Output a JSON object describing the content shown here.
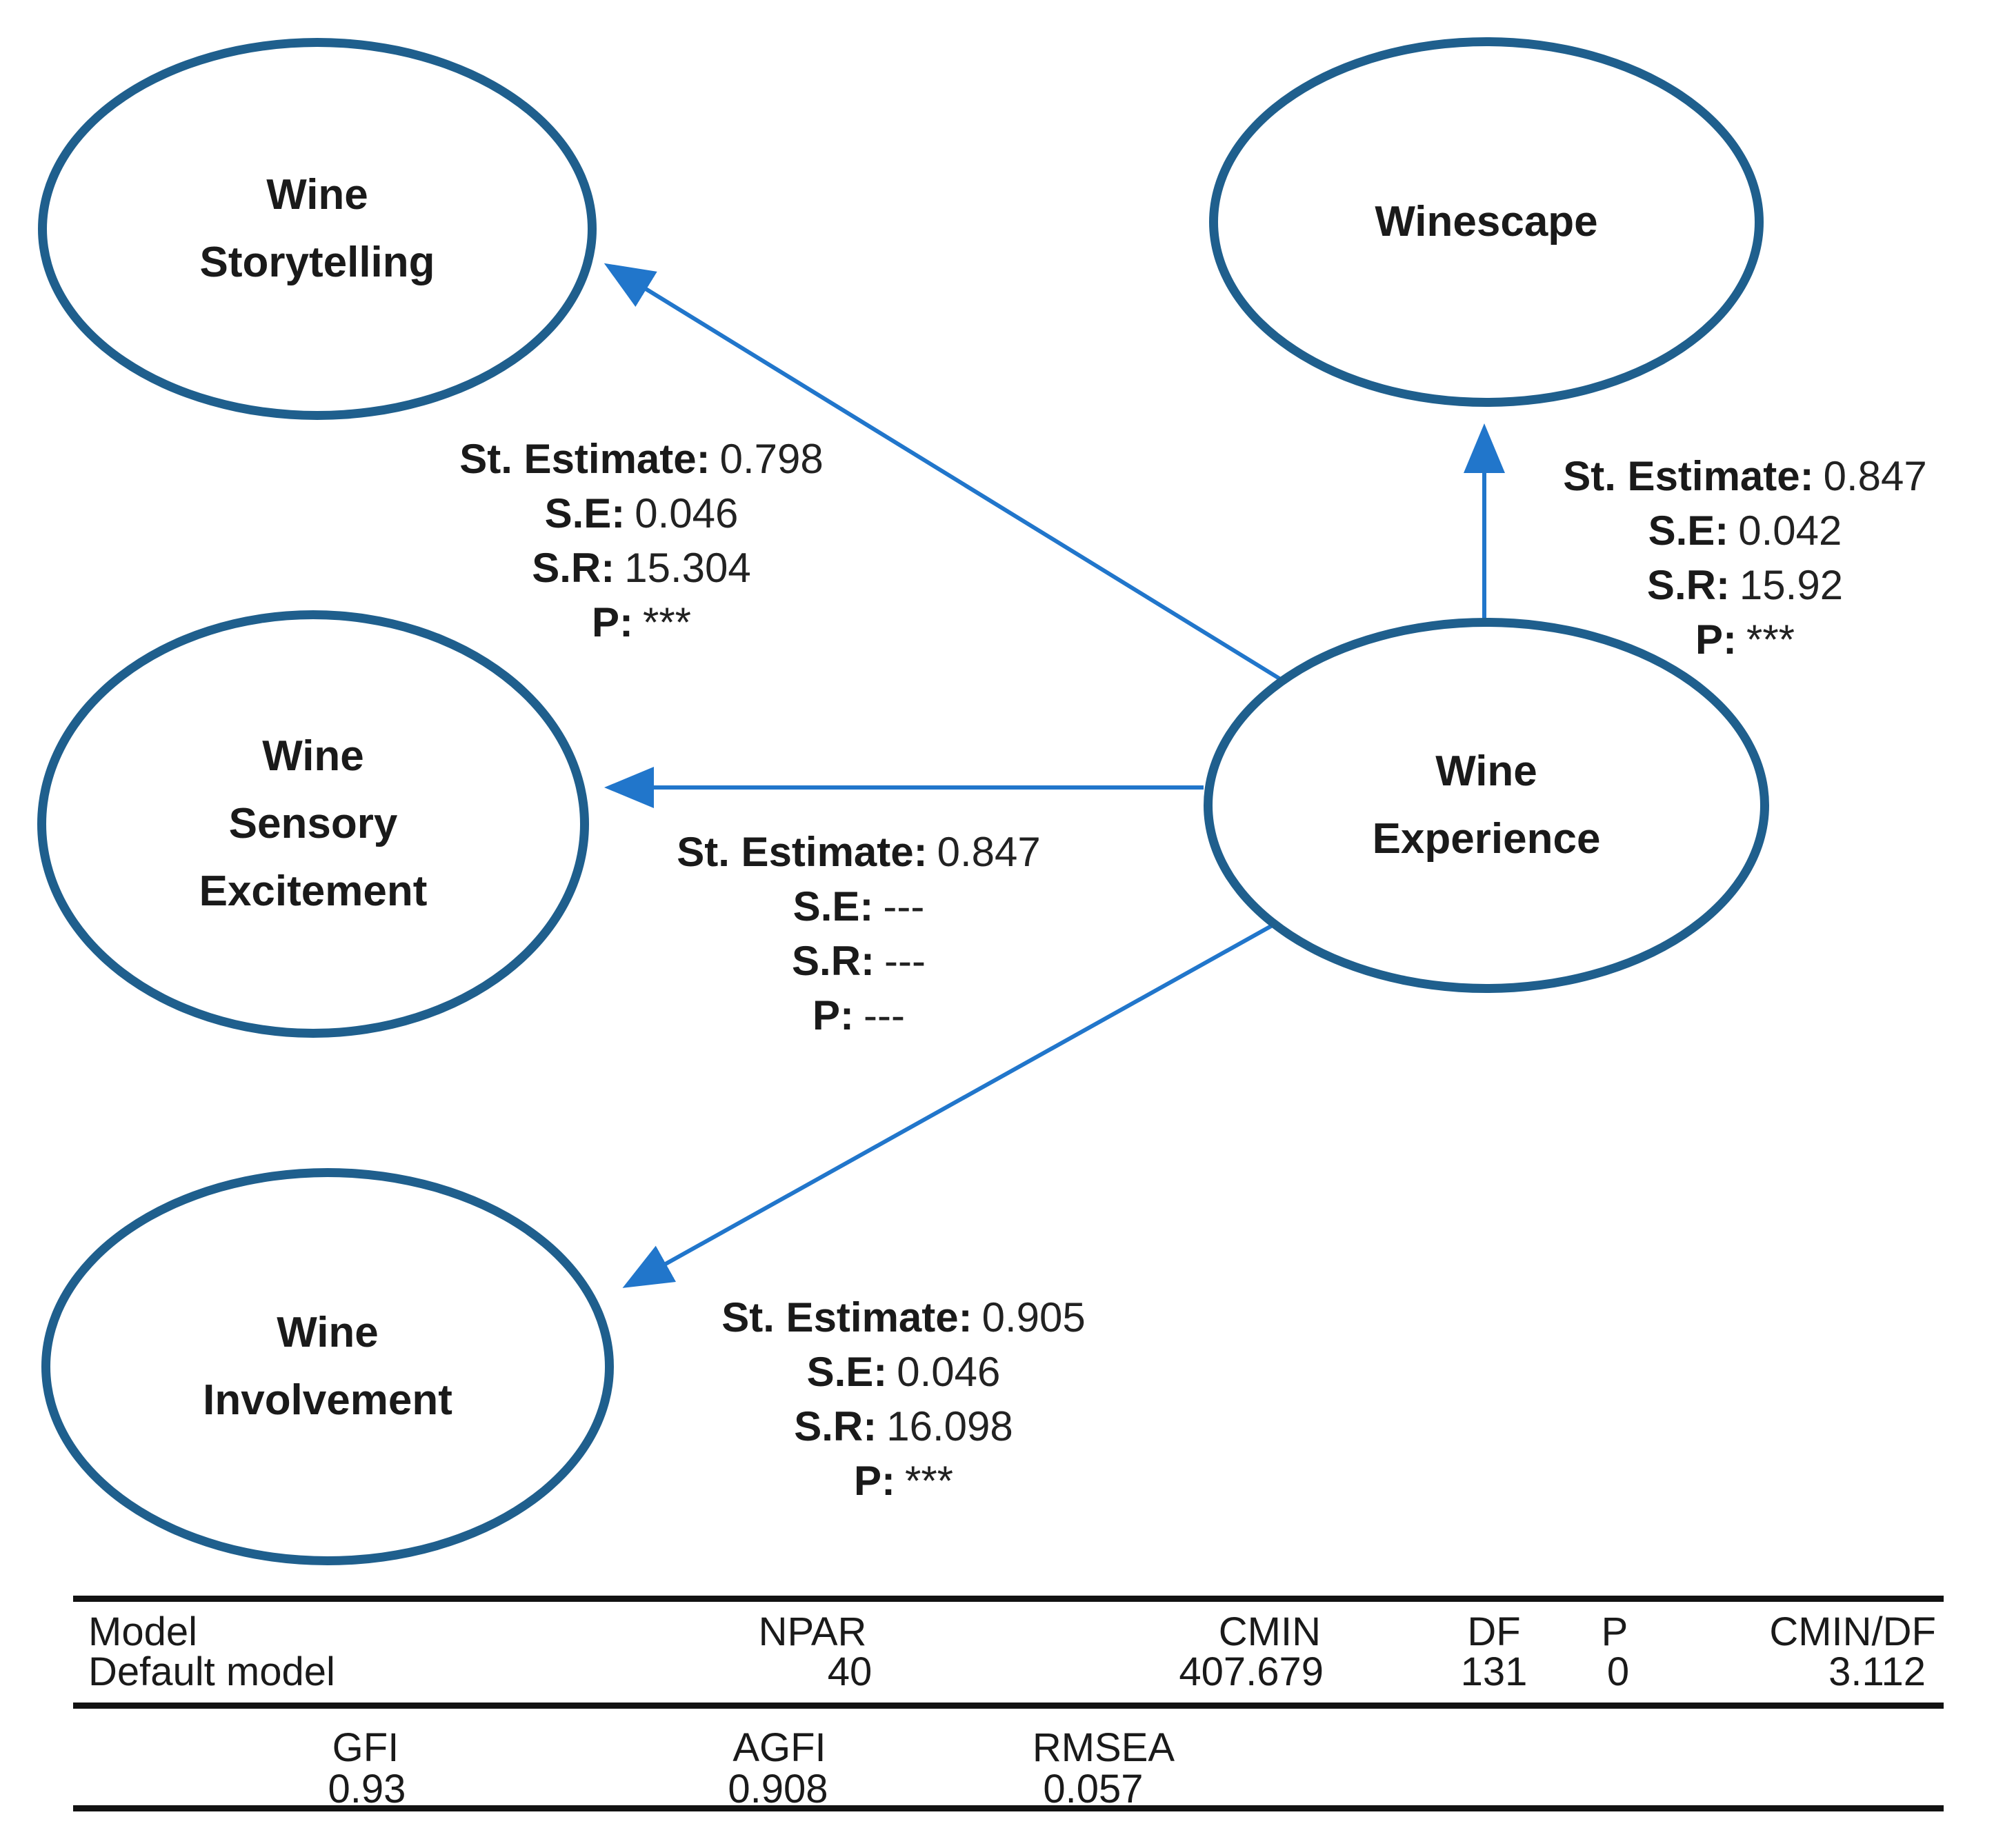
{
  "diagram": {
    "colors": {
      "node_stroke": "#1f5f8d",
      "arrow": "#2176cb",
      "text": "#1a1a1a"
    },
    "nodes": {
      "storytelling": {
        "line1": "Wine",
        "line2": "Storytelling"
      },
      "winescape": {
        "line1": "Winescape"
      },
      "sensory": {
        "line1": "Wine",
        "line2": "Sensory",
        "line3": "Excitement"
      },
      "experience": {
        "line1": "Wine",
        "line2": "Experience"
      },
      "involvement": {
        "line1": "Wine",
        "line2": "Involvement"
      }
    },
    "edges": {
      "to_storytelling": {
        "estimate_label": "St. Estimate:",
        "estimate": "0.798",
        "se_label": "S.E:",
        "se": "0.046",
        "sr_label": "S.R:",
        "sr": "15.304",
        "p_label": "P:",
        "p": "***"
      },
      "to_winescape": {
        "estimate_label": "St. Estimate:",
        "estimate": "0.847",
        "se_label": "S.E:",
        "se": "0.042",
        "sr_label": "S.R:",
        "sr": "15.92",
        "p_label": "P:",
        "p": "***"
      },
      "to_sensory": {
        "estimate_label": "St. Estimate:",
        "estimate": "0.847",
        "se_label": "S.E:",
        "se": "---",
        "sr_label": "S.R:",
        "sr": "---",
        "p_label": "P:",
        "p": "---"
      },
      "to_involvement": {
        "estimate_label": "St. Estimate:",
        "estimate": "0.905",
        "se_label": "S.E:",
        "se": "0.046",
        "sr_label": "S.R:",
        "sr": "16.098",
        "p_label": "P:",
        "p": "***"
      }
    }
  },
  "fit_table": {
    "header1": {
      "model": "Model",
      "npar": "NPAR",
      "cmin": "CMIN",
      "df": "DF",
      "p": "P",
      "cmindf": "CMIN/DF"
    },
    "values1": {
      "model": "Default model",
      "npar": "40",
      "cmin": "407.679",
      "df": "131",
      "p": "0",
      "cmindf": "3.112"
    },
    "header2": {
      "gfi": "GFI",
      "agfi": "AGFI",
      "rmsea": "RMSEA"
    },
    "values2": {
      "gfi": "0.93",
      "agfi": "0.908",
      "rmsea": "0.057"
    }
  }
}
